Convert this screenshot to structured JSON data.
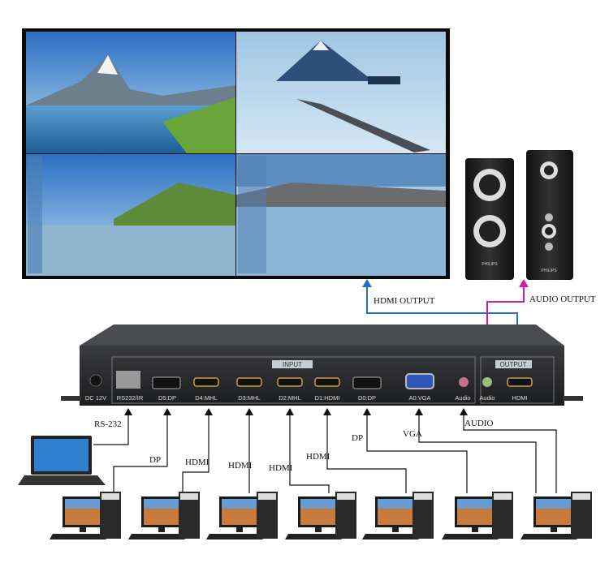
{
  "outputs": {
    "hdmi_output": "HDMI OUTPUT",
    "audio_output": "AUDIO OUTPUT"
  },
  "device": {
    "input_label": "INPUT",
    "output_label": "OUTPUT",
    "power": "DC 12V",
    "ports": [
      "RS232/IR",
      "D5:DP",
      "D4:MHL",
      "D3:MHL",
      "D2:MHL",
      "D1:HDMI",
      "D0:DP",
      "A0:VGA",
      "Audio"
    ],
    "output_ports": [
      "Audio",
      "HDMI"
    ]
  },
  "connections": [
    "RS-232",
    "DP",
    "HDMI",
    "HDMI",
    "HDMI",
    "HDMI",
    "DP",
    "VGA",
    "AUDIO"
  ],
  "speaker_brand": "PHILIPS",
  "colors": {
    "hdmi_line": "#1f6fc5",
    "audio_line": "#d21aa8",
    "device": "#2a2b2d"
  }
}
